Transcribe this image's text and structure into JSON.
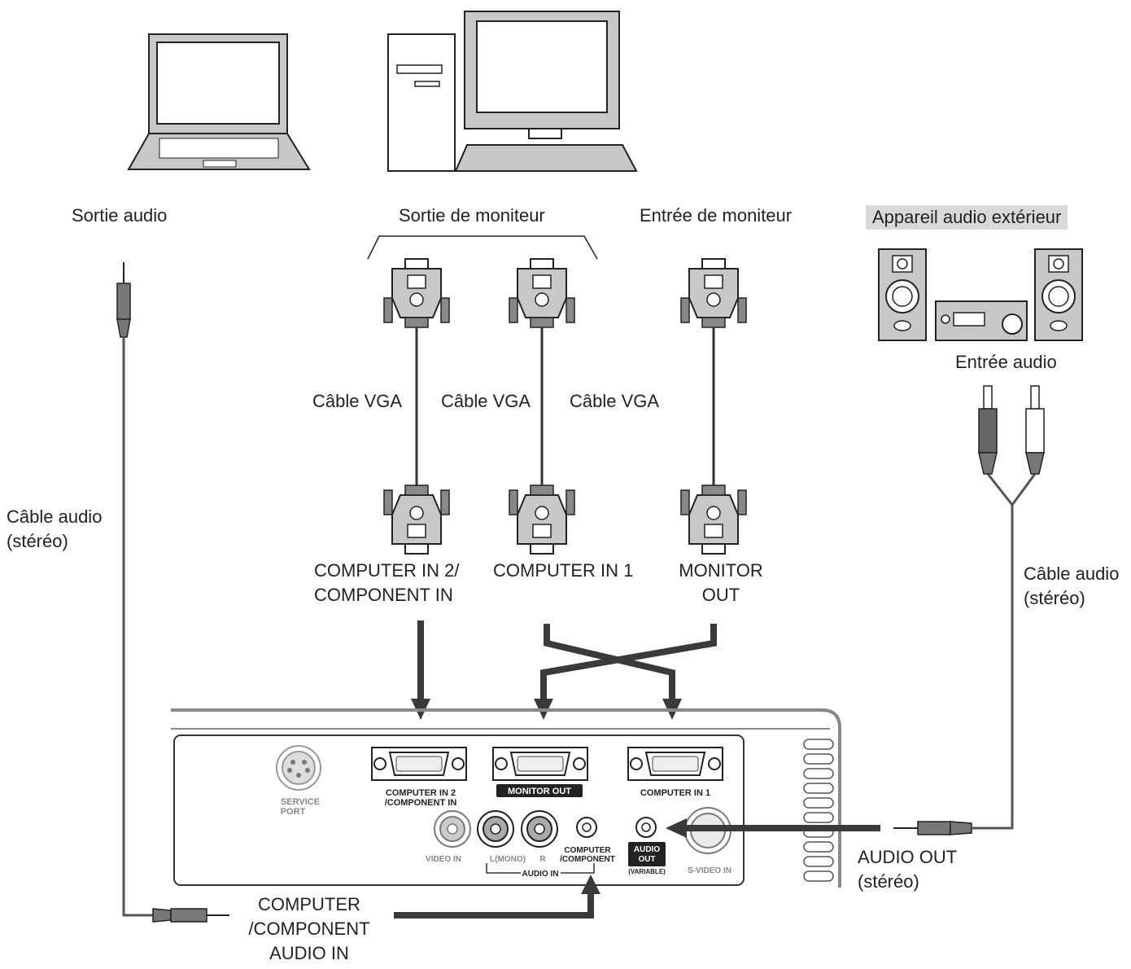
{
  "labels": {
    "audio_output": "Sortie audio",
    "monitor_output": "Sortie de moniteur",
    "monitor_input": "Entrée de moniteur",
    "external_audio": "Appareil audio extérieur",
    "audio_input": "Entrée audio",
    "vga_cable_1": "Câble VGA",
    "vga_cable_2": "Câble VGA",
    "vga_cable_3": "Câble VGA",
    "audio_cable_left_line1": "Câble audio",
    "audio_cable_left_line2": "(stéréo)",
    "audio_cable_right_line1": "Câble audio",
    "audio_cable_right_line2": "(stéréo)",
    "computer_in2_line1": "COMPUTER IN 2/",
    "computer_in2_line2": "COMPONENT IN",
    "computer_in1": "COMPUTER IN 1",
    "monitor_out_line1": "MONITOR",
    "monitor_out_line2": "OUT",
    "audio_out_line1": "AUDIO OUT",
    "audio_out_line2": "(stéréo)",
    "comp_audio_in_line1": "COMPUTER",
    "comp_audio_in_line2": "/COMPONENT",
    "comp_audio_in_line3": "AUDIO IN"
  },
  "panel": {
    "service_port_1": "SERVICE",
    "service_port_2": "PORT",
    "computer_in2_1": "COMPUTER IN 2",
    "computer_in2_2": "/COMPONENT IN",
    "monitor_out": "MONITOR OUT",
    "computer_in1": "COMPUTER IN 1",
    "video_in": "VIDEO IN",
    "l_mono": "L(MONO)",
    "r": "R",
    "audio_in": "AUDIO IN",
    "computer_comp_1": "COMPUTER",
    "computer_comp_2": "/COMPONENT",
    "audio_out_1": "AUDIO",
    "audio_out_2": "OUT",
    "variable": "(VARIABLE)",
    "s_video_in": "S-VIDEO IN"
  },
  "colors": {
    "line": "#333333",
    "arrow": "#3a3a3a",
    "device_fill": "#c8c8c8",
    "box_fill": "#d9d9d9"
  }
}
